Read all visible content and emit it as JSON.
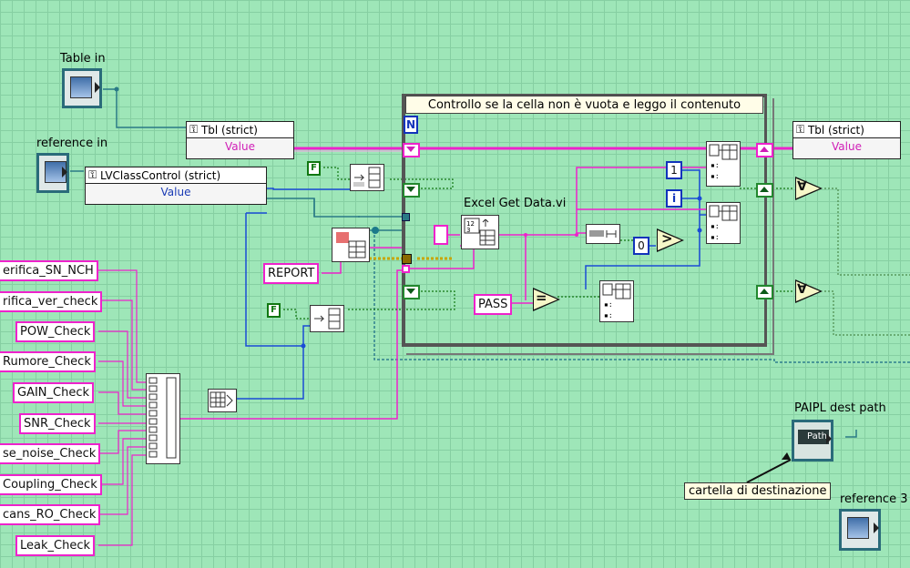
{
  "labels": {
    "table_in": "Table in",
    "reference_in": "reference in",
    "excel_get_data": "Excel Get Data.vi",
    "paipl_dest_path": "PAIPL dest path",
    "reference_3": "reference 3"
  },
  "property_nodes": {
    "tbl_left": {
      "class": "Tbl (strict)",
      "property": "Value"
    },
    "lvclass": {
      "class": "LVClassControl (strict)",
      "property": "Value"
    },
    "tbl_right": {
      "class": "Tbl (strict)",
      "property": "Value"
    }
  },
  "loop": {
    "title": "Controllo se la cella non è vuota e leggo il contenuto",
    "count_terminal": "N",
    "iteration_terminal": "i"
  },
  "constants": {
    "report": "REPORT",
    "pass": "PASS",
    "empty_string": "",
    "one": "1",
    "zero": "0",
    "false_a": "F",
    "false_b": "F",
    "path_text": "Path"
  },
  "comparators": {
    "equal": "=",
    "greater": ">"
  },
  "check_list": [
    "erifica_SN_NCH",
    "rifica_ver_check",
    "POW_Check",
    "Rumore_Check",
    "GAIN_Check",
    "SNR_Check",
    "se_noise_Check",
    "Coupling_Check",
    "cans_RO_Check",
    "Leak_Check"
  ],
  "comment": "cartella di destinazione",
  "colors": {
    "background": "#9ee6b8",
    "string_wire": "#ee22cc",
    "numeric_wire": "#1a4bd6",
    "refnum_wire": "#2a6b7a",
    "boolean_wire": "#117711"
  }
}
